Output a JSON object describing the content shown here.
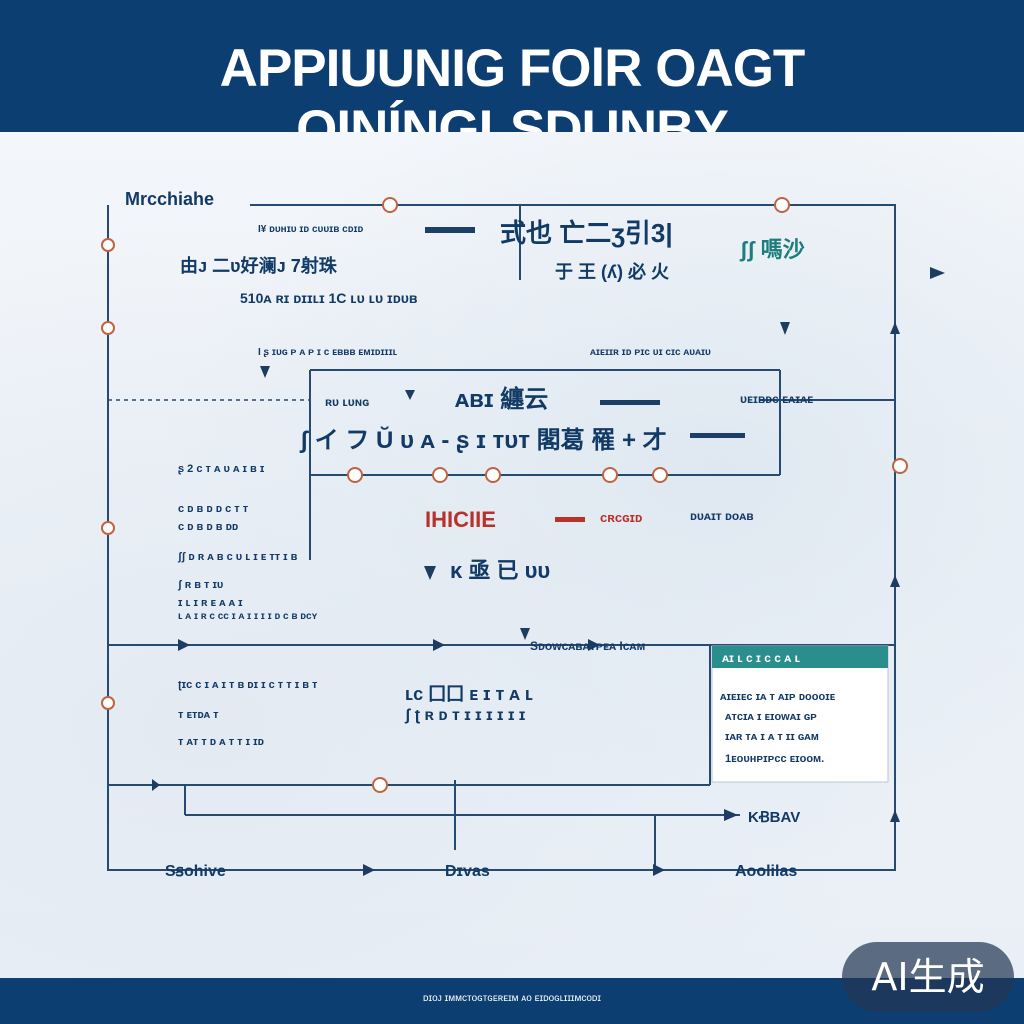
{
  "header": {
    "title": "APPIUUNIG FOlR OAGT OINÍNGLSDUNBY"
  },
  "diagram": {
    "labels": {
      "corner": "Mrcchiahe",
      "row1_small": "Ɩ¥ ᴅᴜʜɪᴜ ɪᴅ ᴄᴜᴜɪʙ ᴄᴅɪᴅ",
      "row2": "由ᴊ 二ʋ好澜ᴊ 7射珠",
      "row3": "510ᴀ ʀɪ ᴅɪɪʟɪ  1C ʟᴜ ʟᴜ ɪᴅᴜʙ",
      "top_center": "式也 亡二ʒ引3|",
      "top_right_teal": "ʃʃ 嗎沙",
      "top_right_row2": "于 王  (ʎ) 必  火",
      "mid_small_left": "Ɩ ʂ ɪᴜɢ ᴘ ᴀ ᴘ ɪ ᴄ ᴇʙʙʙ ᴇᴍɪᴅɪɪɪʟ",
      "mid_small_right": "ᴀɪᴇɪɪʀ ɪᴅ ᴘɪᴄ ᴜɪ ᴄɪᴄ ᴀᴜᴀɪᴜ",
      "rlung": "ʀᴜ ʟᴜɴɢ",
      "center_bold": "ᴀʙɪ 纏云",
      "right_label": "ᴜᴇɪʙᴅᴄ ᴇᴀɪᴀᴇ",
      "long_row": "ʃ イ フ Ŭ ᴜ ᴀ - ʂ ɪ ᴛᴜᴛ 閣葛 罹 + 才",
      "left_a": "ʂ 2 ᴄ ᴛ ᴀ ᴜ ᴀ ɪ ʙ ɪ",
      "left_b": "ᴄ ᴅ  ʙ ᴅ  ᴅ ᴄ ᴛ ᴛ",
      "left_c": "ᴄ ᴅ  ʙ ᴅ  ʙ ᴅᴅ",
      "left_d": "ʃʃ ᴅ ʀ ᴀ ʙ ᴄ ᴜ ʟ ɪ ᴇ ᴛᴛ ɪ ʙ",
      "left_e": "ʃ ʀ ʙ ᴛ ɪᴜ",
      "left_f": "ɪ ʟ ɪ ʀ ᴇ ᴀ ᴀ ɪ",
      "left_g": "ʟ ᴀ ɪ ʀ ᴄ ᴄᴄ ɪ ᴀ ɪ ɪ ɪ ɪ ᴅ ᴄ ʙ ᴅᴄʏ",
      "red_label": "IHICIIE",
      "red_small": "ᴄʀᴄɢɪᴅ",
      "side_small": "ᴅᴜᴀɪᴛ ᴅᴏᴀʙ",
      "center_lower": "ᴋ 亟 已 ᴜᴜ",
      "mid_bottom": "Ѕᴅᴏᴡᴄᴀʙᴀᴛᴘᴇᴀ Ɩᴄᴀᴍ",
      "lower_left_a": "ʈɪᴄ ᴄ ɪ ᴀ ɪ ᴛ ʙ ᴅɪ ɪ ᴄ ᴛ ᴛ ɪ ʙ ᴛ",
      "lower_left_b": "ᴛ ᴇᴛᴅᴀ ᴛ",
      "lower_left_c": "ᴛ ᴀᴛ ᴛ ᴅ ᴀ ᴛ ᴛ ɪ ɪᴅ",
      "lower_center": "ʟᴄ 囗囗 ᴇ ɪ ᴛ ᴀ ʟ",
      "lower_center_b": "ʃ ʈ ʀ ᴅ ᴛ ɪ ɪ ɪ ɪ ɪ ɪ",
      "box_header": "ᴀɪ ʟ ᴄ ɪ ᴄ ᴄ ᴀ ʟ",
      "box_line1": "ᴀɪᴇɪᴇᴄ ɪᴀ ᴛ ᴀɪᴘ ᴅᴏᴏᴏɪᴇ",
      "box_line2": "ᴀᴛᴄɪᴀ ɪ ᴇɪᴏᴡᴀɪ ɢᴘ",
      "box_line3": "ɪᴀʀ ᴛᴀ ɪ ᴀ ᴛ ɪɪ ɢᴀᴍ",
      "box_line4": "1ᴇᴏᴜʜᴘɪᴘᴄᴄ ᴇɪᴏᴏᴍ.",
      "kbav": "KꞖBAV",
      "bottom_left": "Ѕꞩohive",
      "bottom_center": "Dɪvas",
      "bottom_right": "Aoolilas"
    }
  },
  "footer": {
    "text": "ᴅɪᴏᴊ ɪᴍᴍᴄᴛᴏɢᴛɢᴇʀᴇɪᴍ ᴀᴏ ᴇɪᴅᴏɢʟɪɪɪᴍᴄᴏᴅɪ"
  },
  "badge": {
    "text": "AI生成"
  },
  "colors": {
    "header_bg": "#0c3e72",
    "line": "#274a70",
    "accent_red": "#b8322b",
    "accent_teal": "#1c7d7c"
  }
}
